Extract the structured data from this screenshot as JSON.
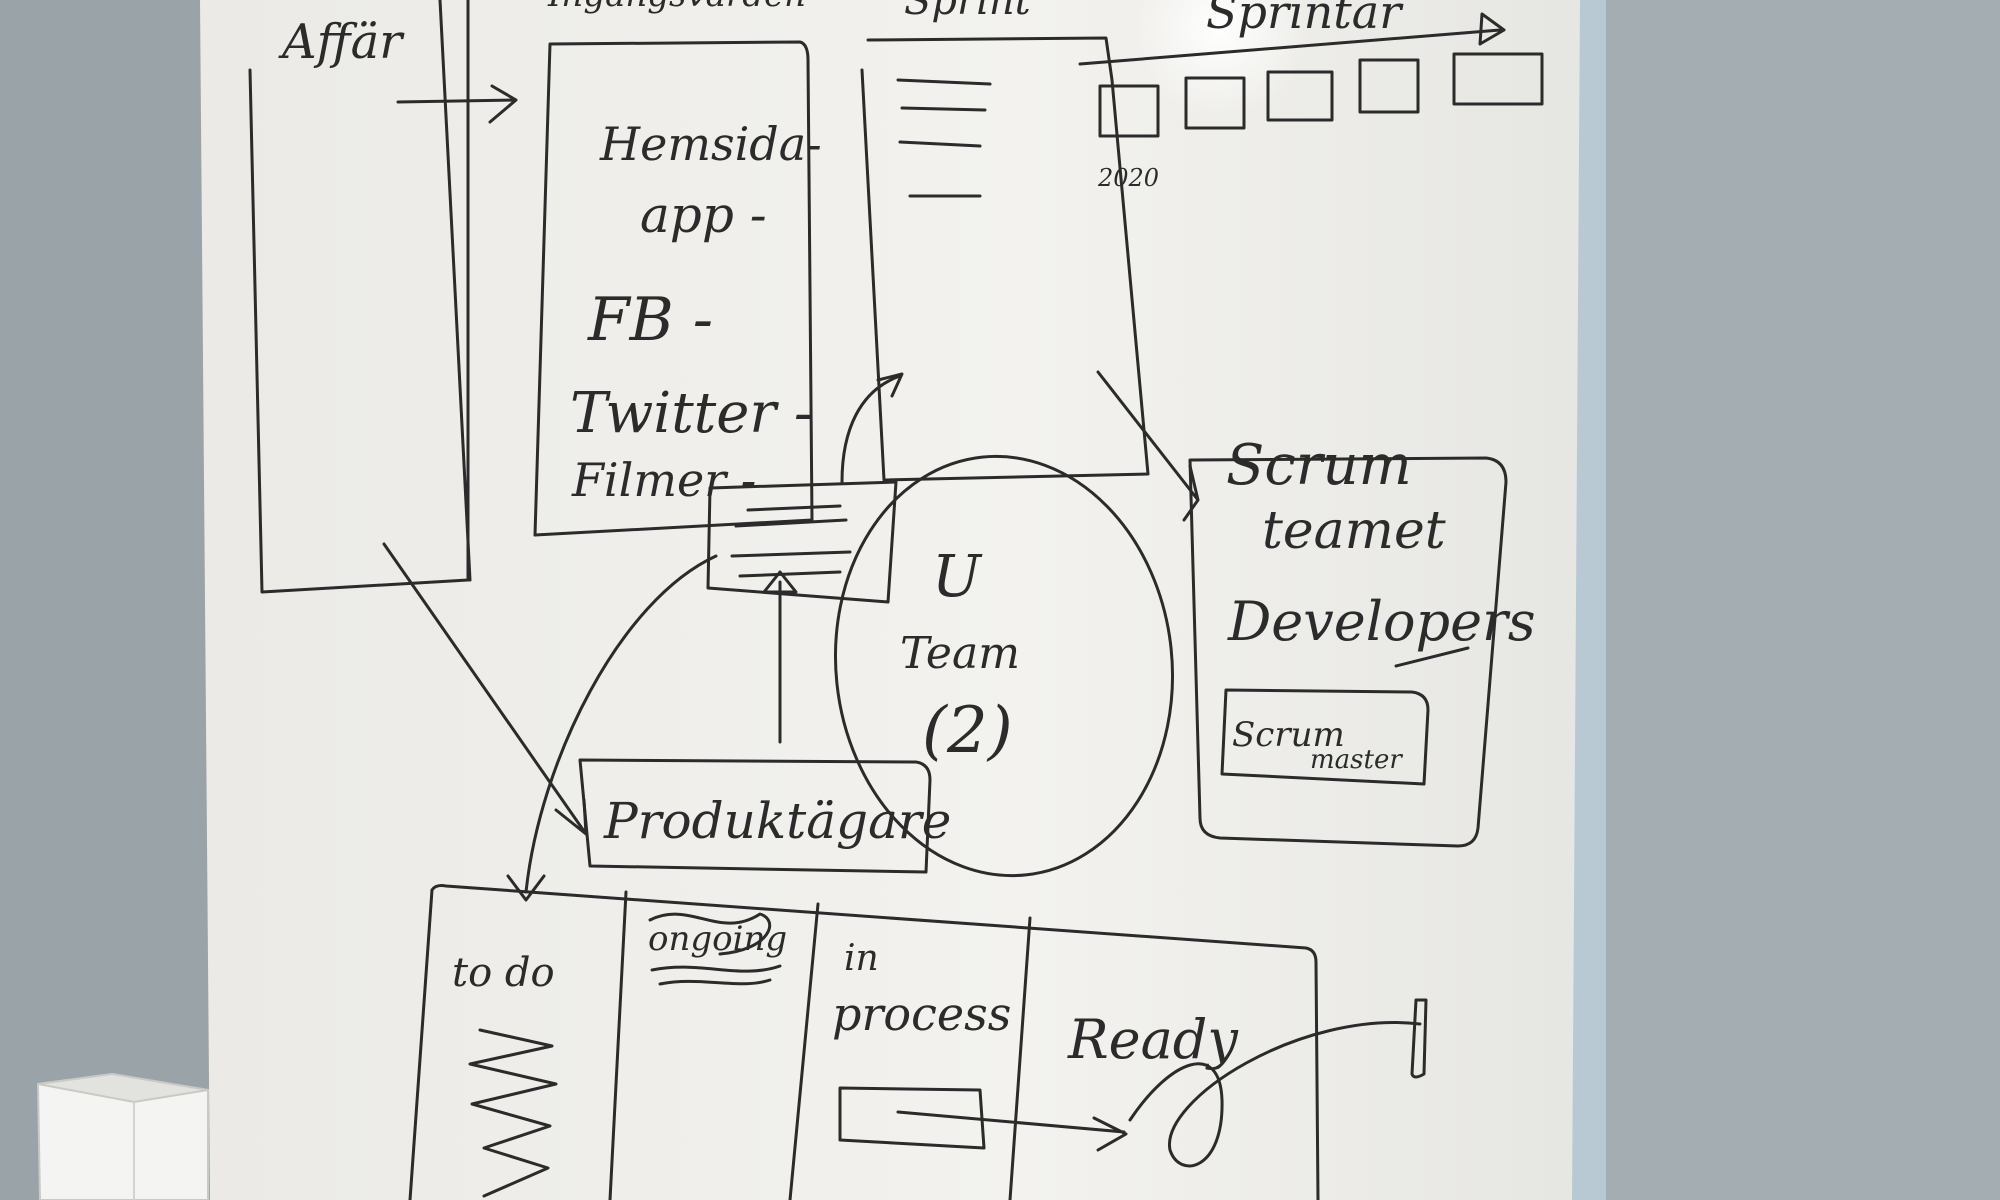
{
  "colors": {
    "wall": "#9aa3a8",
    "board": "#f1f0ec",
    "frame": "#b9c9d4",
    "ink": "#2b2b2b",
    "holder": "#f4f4f2"
  },
  "labels": {
    "affar": "Affär",
    "inputs_header": "Ingångsvärden",
    "inputs": [
      "Hemsida-",
      "app -",
      "FB -",
      "Twitter -",
      "Filmer -"
    ],
    "sprint_header": "Sprint",
    "sprints_header": "Sprintar",
    "year": "2020",
    "circle_u": "U",
    "circle_team": "Team",
    "circle_count": "(2)",
    "scrum_team": [
      "Scrum",
      "teamet"
    ],
    "developers": "Developers",
    "scrum_master": [
      "Scrum",
      "master"
    ],
    "product_owner": "Produktägare",
    "kanban": {
      "todo": "to do",
      "crossed": "ongoing",
      "in_process": [
        "in",
        "process"
      ],
      "ready": "Ready"
    }
  }
}
